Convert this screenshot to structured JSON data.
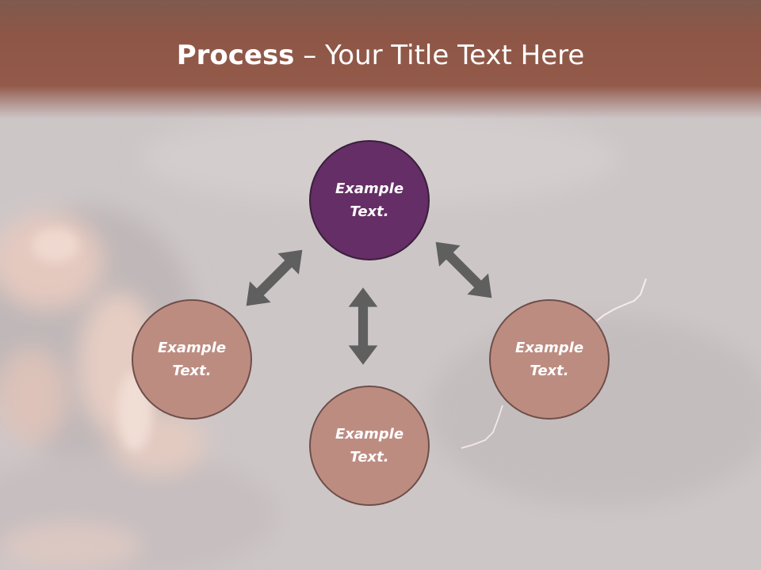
{
  "slide": {
    "title_bold": "Process",
    "title_rest": " – Your Title Text Here"
  },
  "nodes": {
    "top": {
      "line1": "Example",
      "line2": "Text."
    },
    "left": {
      "line1": "Example",
      "line2": "Text."
    },
    "bottom": {
      "line1": "Example",
      "line2": "Text."
    },
    "right": {
      "line1": "Example",
      "line2": "Text."
    }
  },
  "colors": {
    "title_bar": "#935a4a",
    "primary_node": "#652e66",
    "secondary_node": "#bd8c81",
    "arrow": "#5f5f5f",
    "background": "#cdc6c7"
  }
}
